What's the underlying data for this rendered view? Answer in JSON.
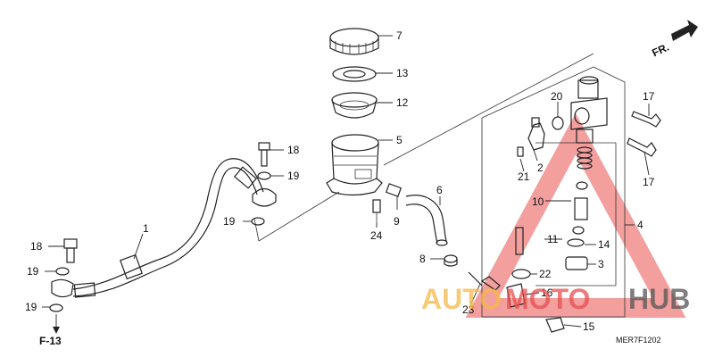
{
  "labels": {
    "p1": "1",
    "p2": "2",
    "p3": "3",
    "p4": "4",
    "p5": "5",
    "p6": "6",
    "p7": "7",
    "p8": "8",
    "p9": "9",
    "p10": "10",
    "p11": "11",
    "p12": "12",
    "p13": "13",
    "p14": "14",
    "p15": "15",
    "p16": "16",
    "p17a": "17",
    "p17b": "17",
    "p18a": "18",
    "p18b": "18",
    "p19a": "19",
    "p19b": "19",
    "p19c": "19",
    "p19d": "19",
    "p20": "20",
    "p21": "21",
    "p22": "22",
    "p23": "23",
    "p24": "24"
  },
  "ref_f13": "F-13",
  "front_marker": "FR.",
  "diagram_code": "MER7F1202",
  "watermark": {
    "part1": "AUTO",
    "part2": "MOTO",
    "part3": "HUB"
  },
  "colors": {
    "watermark_orange": "#f5b94a",
    "watermark_red": "#e8504f",
    "watermark_gray": "#555555"
  }
}
